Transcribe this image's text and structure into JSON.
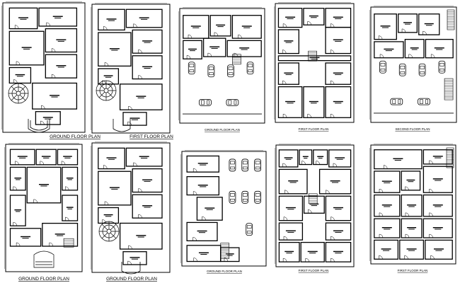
{
  "sheet": {
    "panels": [
      {
        "id": "p1",
        "title": "GROUND FLOOR PLAN",
        "kind": "stair-villa"
      },
      {
        "id": "p2",
        "title": "FIRST FLOOR PLAN",
        "kind": "stair-villa"
      },
      {
        "id": "p3",
        "title": "GROUND FLOOR PLAN",
        "kind": "parking",
        "cars_vertical": 4,
        "cars_horizontal": 2
      },
      {
        "id": "p4",
        "title": "FIRST FLOOR PLAN",
        "kind": "apartment"
      },
      {
        "id": "p5",
        "title": "SECOND FLOOR PLAN",
        "kind": "parking-top",
        "cars_vertical": 4,
        "cars_horizontal": 2
      },
      {
        "id": "p6",
        "title": "GROUND FLOOR PLAN",
        "kind": "villa-lower"
      },
      {
        "id": "p7",
        "title": "GROUND FLOOR PLAN",
        "kind": "stair-villa"
      },
      {
        "id": "p8",
        "title": "GROUND FLOOR PLAN",
        "kind": "parking-side",
        "cars_vertical": 7,
        "cars_horizontal": 0
      },
      {
        "id": "p9",
        "title": "FIRST FLOOR PLAN",
        "kind": "apartment-grid"
      },
      {
        "id": "p10",
        "title": "FIRST FLOOR PLAN",
        "kind": "apartment-tall"
      }
    ]
  }
}
